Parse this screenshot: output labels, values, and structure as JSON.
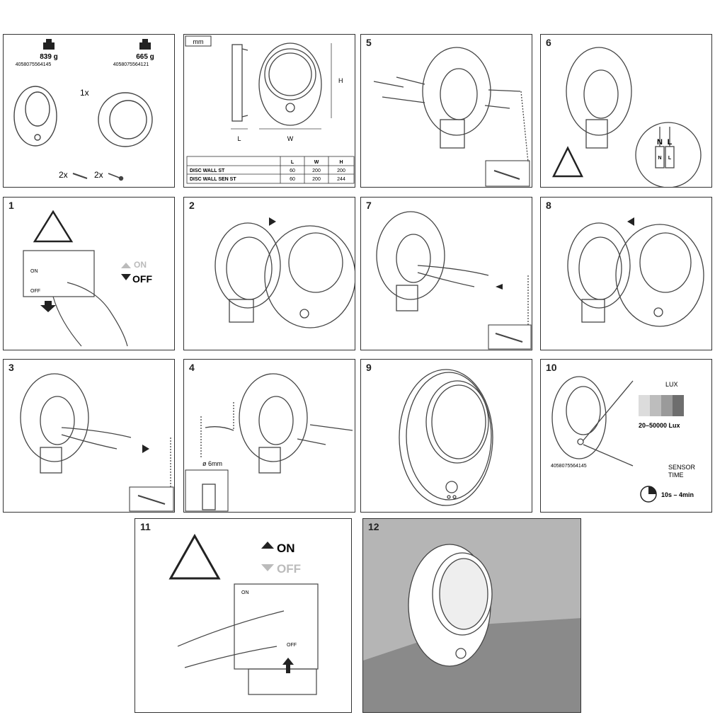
{
  "steps": [
    "1",
    "2",
    "3",
    "4",
    "5",
    "6",
    "7",
    "8",
    "9",
    "10",
    "11",
    "12"
  ],
  "contents": {
    "weight_st": "839 g",
    "weight_sen": "665 g",
    "code_st": "4058075564145",
    "code_sen": "4058075564121",
    "qty_luminaire": "1x",
    "qty_dowel": "2x",
    "qty_screw": "2x"
  },
  "dimensions": {
    "unit": "mm",
    "label_L": "L",
    "label_W": "W",
    "label_H": "H",
    "table_headers": [
      "",
      "L",
      "W",
      "H"
    ],
    "table_rows": [
      [
        "DISC WALL ST",
        "60",
        "200",
        "200"
      ],
      [
        "DISC WALL SEN ST",
        "60",
        "200",
        "244"
      ]
    ]
  },
  "wiring": {
    "neutral": "N",
    "live": "L"
  },
  "switch": {
    "on": "ON",
    "off": "OFF",
    "breaker_on": "ON",
    "breaker_off": "OFF"
  },
  "drill": {
    "diameter": "ø 6mm"
  },
  "settings": {
    "lux_label": "LUX",
    "lux_range": "20–50000 Lux",
    "code": "4058075564145",
    "sensor_label_1": "SENSOR",
    "sensor_label_2": "TIME",
    "time_range": "10s – 4min",
    "lux_swatches": [
      "#dcdcdc",
      "#bdbdbd",
      "#9a9a9a",
      "#6e6e6e"
    ]
  },
  "colors": {
    "border": "#333333",
    "lineart": "#444444",
    "scene_bg": "#b5b5b5",
    "scene_floor": "#8a8a8a"
  }
}
